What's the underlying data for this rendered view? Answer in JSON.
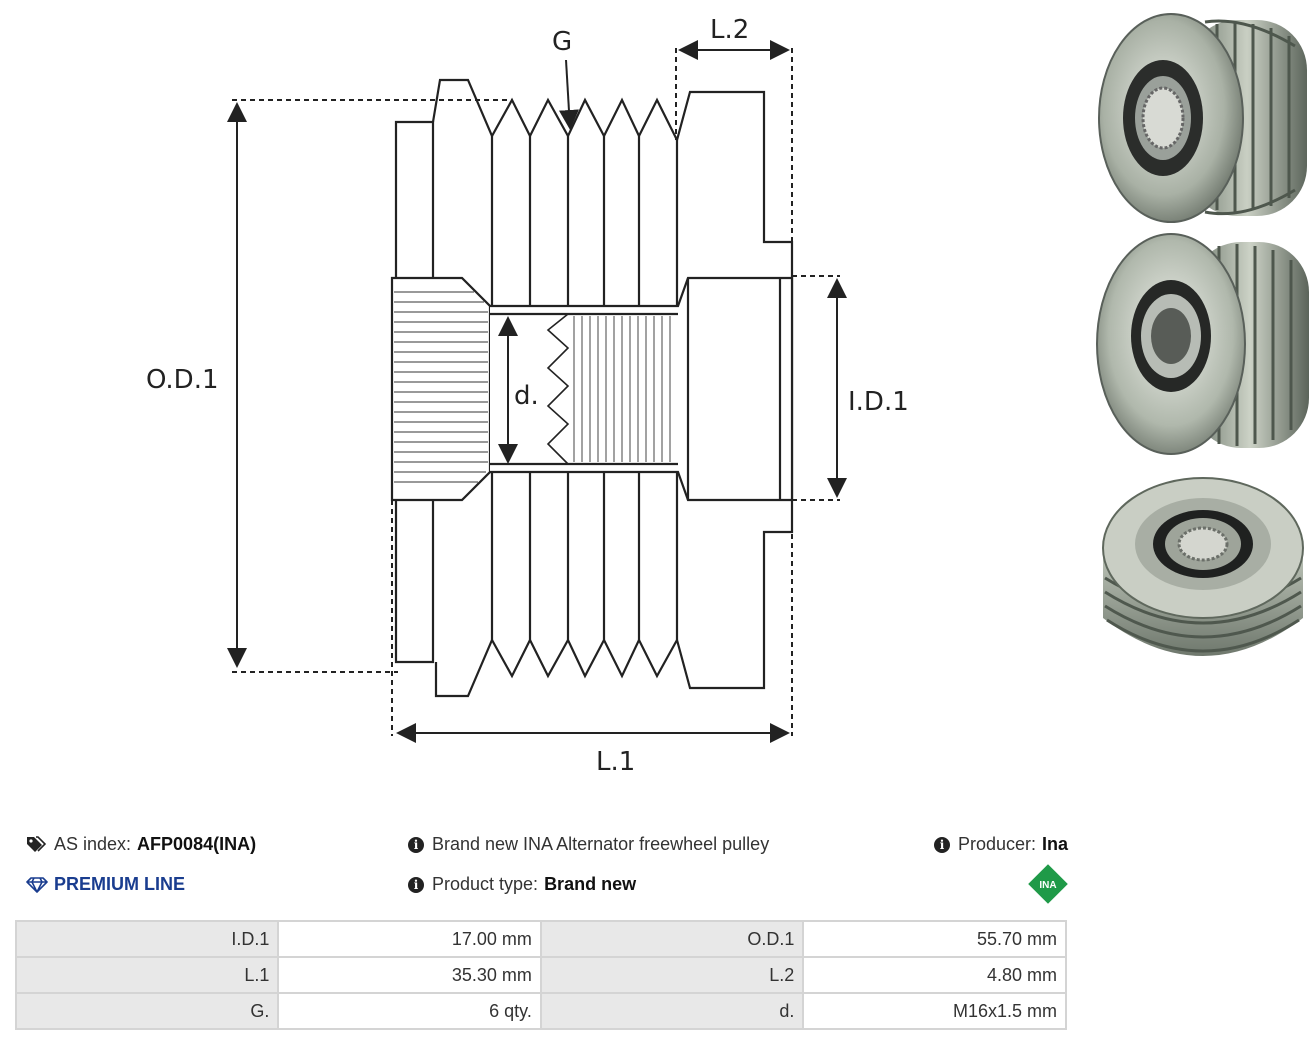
{
  "diagram": {
    "labels": {
      "G": "G",
      "L2": "L.2",
      "OD1": "O.D.1",
      "d": "d.",
      "ID1": "I.D.1",
      "L1": "L.1"
    }
  },
  "info": {
    "as_index_label": "AS index:",
    "as_index_value": "AFP0084(INA)",
    "description": "Brand new INA Alternator freewheel pulley",
    "producer_label": "Producer:",
    "producer_value": "Ina",
    "premium": "PREMIUM LINE",
    "product_type_label": "Product type:",
    "product_type_value": "Brand new",
    "logo_text": "INA"
  },
  "specs": [
    {
      "k1": "I.D.1",
      "v1": "17.00 mm",
      "k2": "O.D.1",
      "v2": "55.70 mm"
    },
    {
      "k1": "L.1",
      "v1": "35.30 mm",
      "k2": "L.2",
      "v2": "4.80 mm"
    },
    {
      "k1": "G.",
      "v1": "6 qty.",
      "k2": "d.",
      "v2": "M16x1.5 mm"
    }
  ],
  "colors": {
    "premium": "#1a3d8f",
    "logo_green": "#1f9a48"
  }
}
